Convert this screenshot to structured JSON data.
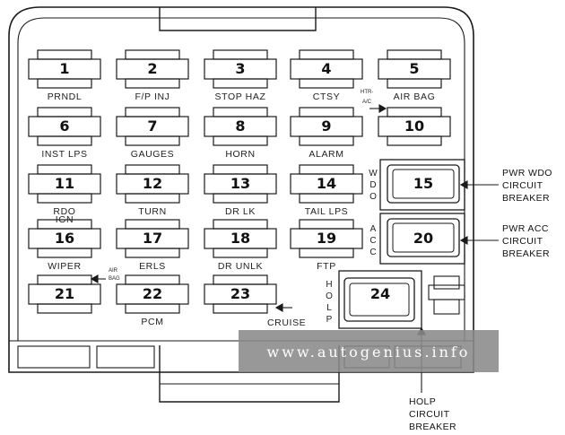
{
  "fuses": [
    {
      "num": "1",
      "label": "PRNDL"
    },
    {
      "num": "2",
      "label": "F/P INJ"
    },
    {
      "num": "3",
      "label": "STOP HAZ"
    },
    {
      "num": "4",
      "label": "CTSY"
    },
    {
      "num": "5",
      "label": "AIR BAG"
    },
    {
      "num": "6",
      "label": "INST LPS"
    },
    {
      "num": "7",
      "label": "GAUGES"
    },
    {
      "num": "8",
      "label": "HORN"
    },
    {
      "num": "9",
      "label": "ALARM"
    },
    {
      "num": "10",
      "label": ""
    },
    {
      "num": "11",
      "label": "RDO"
    },
    {
      "num": "12",
      "label": "TURN"
    },
    {
      "num": "13",
      "label": "DR LK"
    },
    {
      "num": "14",
      "label": "TAIL LPS"
    },
    {
      "num": "16",
      "label": "WIPER"
    },
    {
      "num": "17",
      "label": "ERLS"
    },
    {
      "num": "18",
      "label": "DR UNLK"
    },
    {
      "num": "19",
      "label": "FTP"
    },
    {
      "num": "21",
      "label": ""
    },
    {
      "num": "22",
      "label": "PCM"
    },
    {
      "num": "23",
      "label": ""
    }
  ],
  "extra_labels": {
    "ign": "IGN",
    "htr_a": "HTR-",
    "htr_b": "A/C",
    "air_a": "AIR",
    "air_b": "BAG",
    "cruise": "CRUISE"
  },
  "breakers": {
    "b15": {
      "num": "15",
      "vertical": [
        "W",
        "D",
        "O"
      ]
    },
    "b20": {
      "num": "20",
      "vertical": [
        "A",
        "C",
        "C"
      ]
    },
    "b24": {
      "num": "24",
      "vertical": [
        "H",
        "O",
        "L",
        "P"
      ]
    }
  },
  "callouts": {
    "pwr_wdo": [
      "PWR WDO",
      "CIRCUIT",
      "BREAKER"
    ],
    "pwr_acc": [
      "PWR ACC",
      "CIRCUIT",
      "BREAKER"
    ],
    "holp": [
      "HOLP",
      "CIRCUIT",
      "BREAKER"
    ]
  },
  "watermark": "www.autogenius.info",
  "colors": {
    "ink": "#1a1a1a",
    "watermark_bg": "#8a8a8a"
  }
}
